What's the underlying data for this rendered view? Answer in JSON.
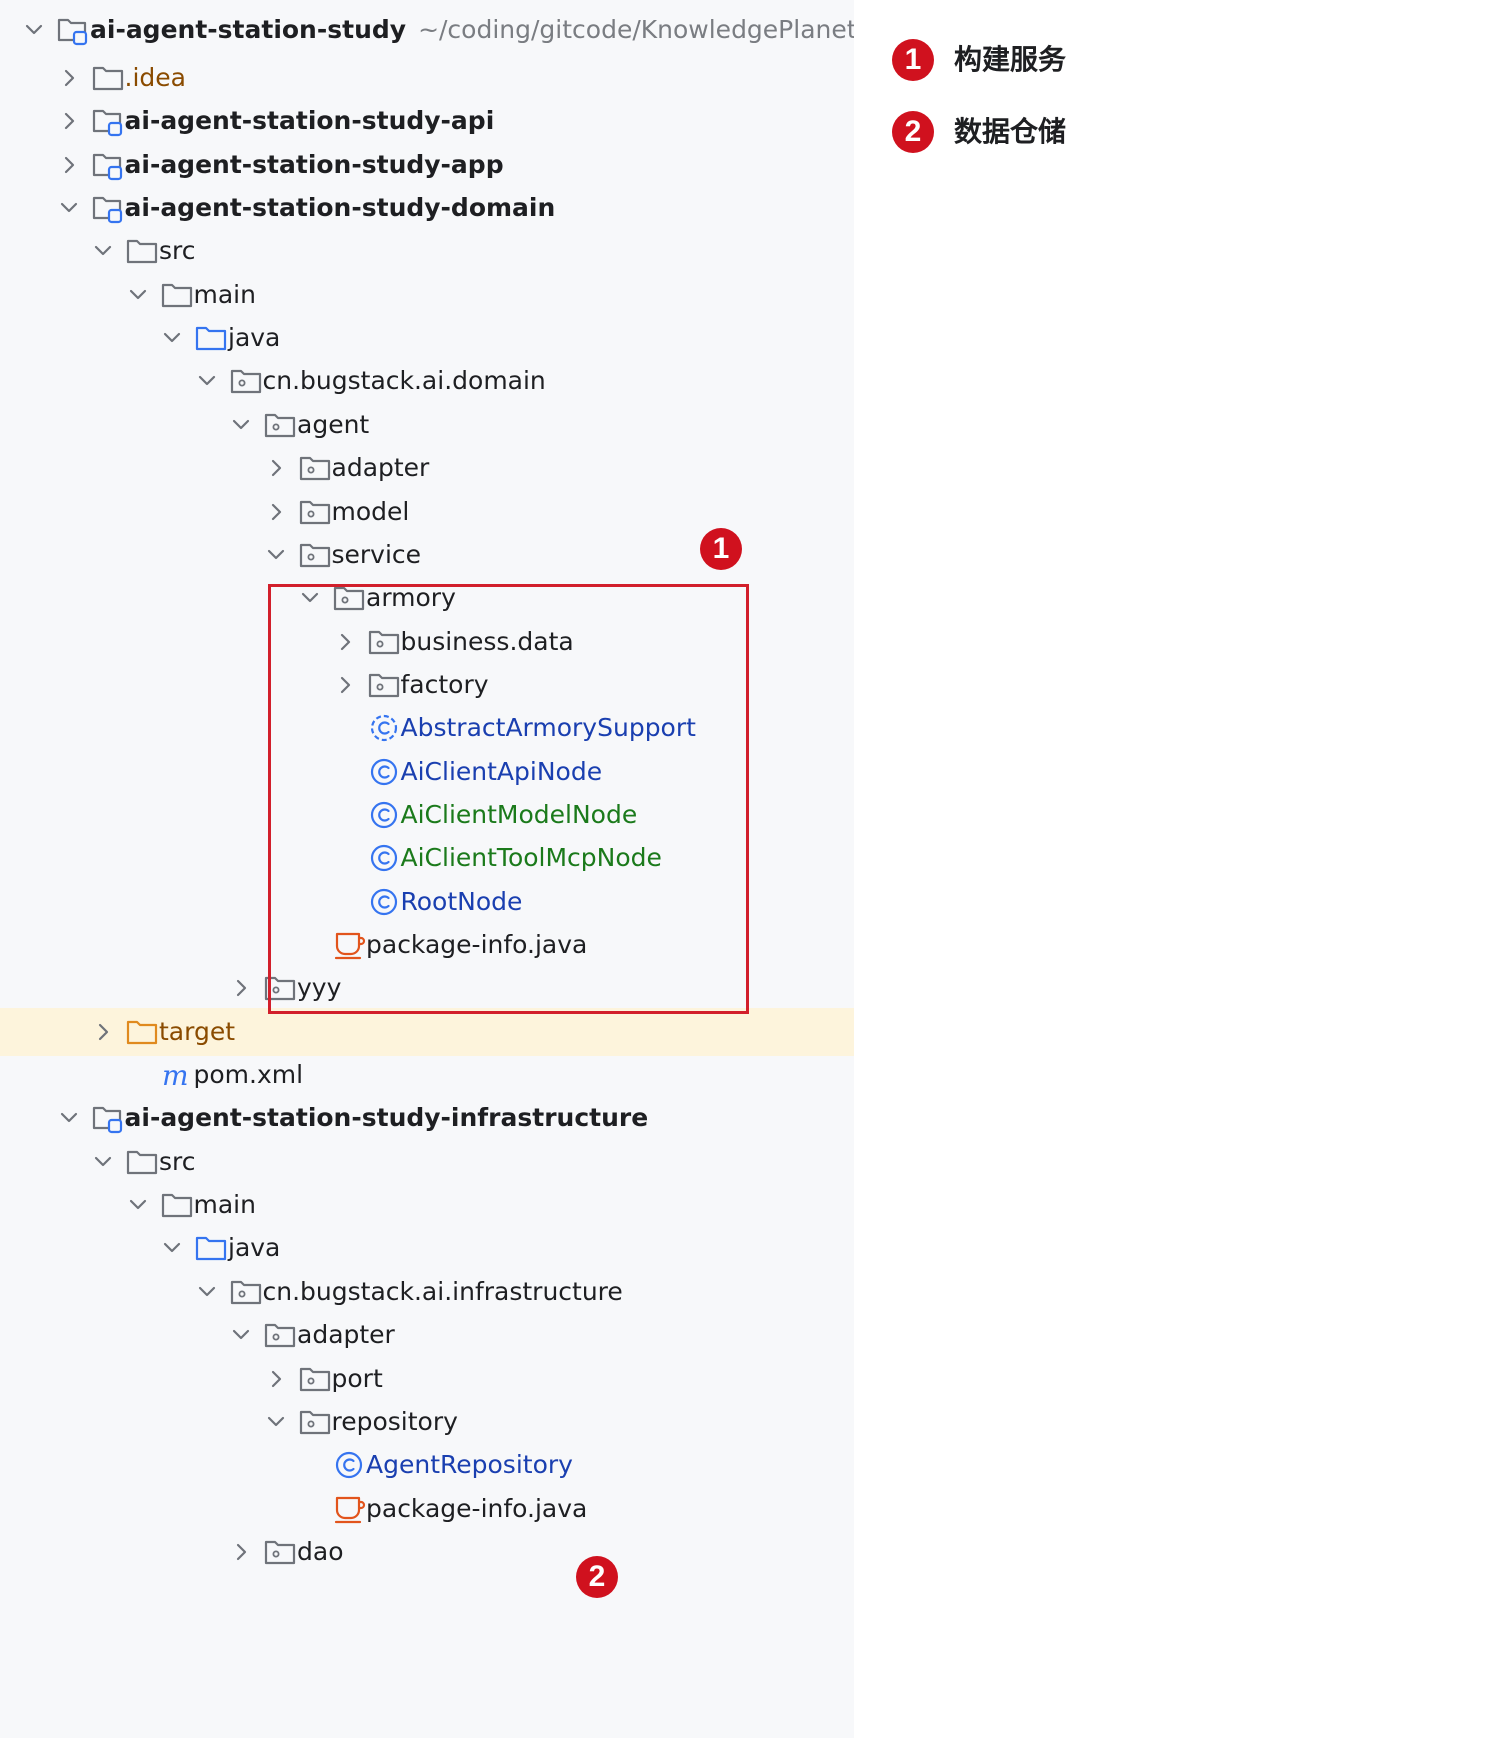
{
  "project_tree": {
    "root": {
      "label": "ai-agent-station-study",
      "path_hint": "~/coding/gitcode/KnowledgePlanet/ai"
    },
    "nodes": [
      {
        "label": ".idea",
        "icon": "folder-icon",
        "arrow": "collapsed",
        "style": "orange",
        "depth": 1
      },
      {
        "label": "ai-agent-station-study-api",
        "icon": "module-icon",
        "arrow": "collapsed",
        "style": "bold",
        "depth": 1
      },
      {
        "label": "ai-agent-station-study-app",
        "icon": "module-icon",
        "arrow": "collapsed",
        "style": "bold",
        "depth": 1
      },
      {
        "label": "ai-agent-station-study-domain",
        "icon": "module-icon",
        "arrow": "expanded",
        "style": "bold",
        "depth": 1
      },
      {
        "label": "src",
        "icon": "folder-icon",
        "arrow": "expanded",
        "depth": 2
      },
      {
        "label": "main",
        "icon": "folder-icon",
        "arrow": "expanded",
        "depth": 3
      },
      {
        "label": "java",
        "icon": "source-folder-icon",
        "arrow": "expanded",
        "depth": 4
      },
      {
        "label": "cn.bugstack.ai.domain",
        "icon": "package-icon",
        "arrow": "expanded",
        "depth": 5
      },
      {
        "label": "agent",
        "icon": "package-icon",
        "arrow": "expanded",
        "depth": 6
      },
      {
        "label": "adapter",
        "icon": "package-icon",
        "arrow": "collapsed",
        "depth": 7
      },
      {
        "label": "model",
        "icon": "package-icon",
        "arrow": "collapsed",
        "depth": 7
      },
      {
        "label": "service",
        "icon": "package-icon",
        "arrow": "expanded",
        "depth": 7
      },
      {
        "label": "armory",
        "icon": "package-icon",
        "arrow": "expanded",
        "depth": 8
      },
      {
        "label": "business.data",
        "icon": "package-icon",
        "arrow": "collapsed",
        "depth": 9
      },
      {
        "label": "factory",
        "icon": "package-icon",
        "arrow": "collapsed",
        "depth": 9
      },
      {
        "label": "AbstractArmorySupport",
        "icon": "abstract-class-icon",
        "style": "blue",
        "depth": 9
      },
      {
        "label": "AiClientApiNode",
        "icon": "class-icon",
        "style": "blue",
        "depth": 9
      },
      {
        "label": "AiClientModelNode",
        "icon": "class-icon",
        "style": "green",
        "depth": 9
      },
      {
        "label": "AiClientToolMcpNode",
        "icon": "class-icon",
        "style": "green",
        "depth": 9
      },
      {
        "label": "RootNode",
        "icon": "class-icon",
        "style": "blue",
        "depth": 9
      },
      {
        "label": "package-info.java",
        "icon": "java-file-icon",
        "depth": 8
      },
      {
        "label": "yyy",
        "icon": "package-icon",
        "arrow": "collapsed",
        "depth": 6
      },
      {
        "label": "target",
        "icon": "excluded-folder-icon",
        "arrow": "collapsed",
        "style": "orange",
        "depth": 2,
        "highlight": true
      },
      {
        "label": "pom.xml",
        "icon": "maven-icon",
        "depth": 3
      },
      {
        "label": "ai-agent-station-study-infrastructure",
        "icon": "module-icon",
        "arrow": "expanded",
        "style": "bold",
        "depth": 1
      },
      {
        "label": "src",
        "icon": "folder-icon",
        "arrow": "expanded",
        "depth": 2
      },
      {
        "label": "main",
        "icon": "folder-icon",
        "arrow": "expanded",
        "depth": 3
      },
      {
        "label": "java",
        "icon": "source-folder-icon",
        "arrow": "expanded",
        "depth": 4
      },
      {
        "label": "cn.bugstack.ai.infrastructure",
        "icon": "package-icon",
        "arrow": "expanded",
        "depth": 5
      },
      {
        "label": "adapter",
        "icon": "package-icon",
        "arrow": "expanded",
        "depth": 6
      },
      {
        "label": "port",
        "icon": "package-icon",
        "arrow": "collapsed",
        "depth": 7
      },
      {
        "label": "repository",
        "icon": "package-icon",
        "arrow": "expanded",
        "depth": 7
      },
      {
        "label": "AgentRepository",
        "icon": "class-icon",
        "style": "blue",
        "depth": 8
      },
      {
        "label": "package-info.java",
        "icon": "java-file-icon",
        "depth": 8
      },
      {
        "label": "dao",
        "icon": "package-icon",
        "arrow": "collapsed",
        "depth": 6
      }
    ]
  },
  "annotations": {
    "badge_1": "1",
    "badge_2": "2",
    "highlight_color": "#d21f2b"
  },
  "legend": {
    "items": [
      {
        "number": "1",
        "text": "构建服务"
      },
      {
        "number": "2",
        "text": "数据仓储"
      }
    ]
  },
  "colors": {
    "accent_blue": "#1a3fb0",
    "green_class": "#1b7a1b",
    "orange_folder": "#8a4b00",
    "badge_red": "#d0111e"
  }
}
